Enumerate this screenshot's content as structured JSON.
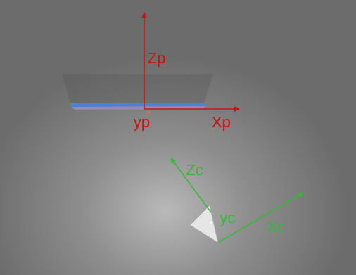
{
  "diagram": {
    "labels": [
      "Zp",
      "yp",
      "Xp",
      "Zc",
      "yc",
      "Xc"
    ]
  }
}
